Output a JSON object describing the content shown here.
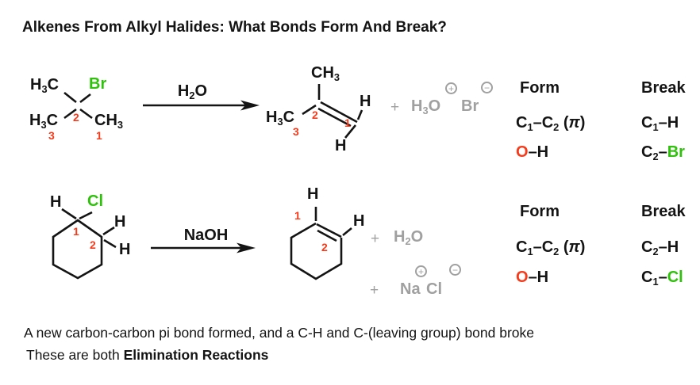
{
  "title": "Alkenes From Alkyl Halides: What Bonds Form And Break?",
  "colors": {
    "ink": "#141414",
    "red": "#f43b1c",
    "green": "#2fc10c",
    "gray": "#a0a0a0"
  },
  "reaction1": {
    "substrate": {
      "ch3_top_left": "H3C",
      "br": "Br",
      "ch3_bottom_left": "H3C",
      "ch3_bottom_right": "CH3",
      "num_c2": "2",
      "num_c3": "3",
      "num_c1": "1"
    },
    "reagent": "H2O",
    "product": {
      "ch3_top": "CH3",
      "ch3_left": "H3C",
      "h_right": "H",
      "h_bottom": "H",
      "num_c2": "2",
      "num_c3": "3",
      "num_c1": "1"
    },
    "byproducts": {
      "plus": "+",
      "hydronium": "H3O",
      "plus_charge": "+",
      "bromide": "Br",
      "minus_charge": "−"
    },
    "table": {
      "form_header": "Form",
      "break_header": "Break",
      "rows": [
        {
          "form": [
            {
              "t": "C1–C2 (π)"
            }
          ],
          "break": [
            {
              "t": "C1–H"
            }
          ]
        },
        {
          "form": [
            {
              "t": "O",
              "c": "red"
            },
            {
              "t": "–H"
            }
          ],
          "break": [
            {
              "t": "C2–"
            },
            {
              "t": "Br",
              "c": "green"
            }
          ]
        }
      ]
    }
  },
  "reaction2": {
    "substrate": {
      "h_top": "H",
      "cl": "Cl",
      "h_right_top": "H",
      "h_right_bottom": "H",
      "num_c1": "1",
      "num_c2": "2"
    },
    "reagent": "NaOH",
    "product": {
      "h_top": "H",
      "h_right": "H",
      "num_c1": "1",
      "num_c2": "2"
    },
    "byproducts": {
      "plus_water": "+",
      "water": "H2O",
      "plus_salt": "+",
      "sodium": "Na",
      "chloride": "Cl",
      "plus_charge": "+",
      "minus_charge": "−"
    },
    "table": {
      "form_header": "Form",
      "break_header": "Break",
      "rows": [
        {
          "form": [
            {
              "t": "C1–C2 (π)"
            }
          ],
          "break": [
            {
              "t": "C2–H"
            }
          ]
        },
        {
          "form": [
            {
              "t": "O",
              "c": "red"
            },
            {
              "t": "–H"
            }
          ],
          "break": [
            {
              "t": "C1–"
            },
            {
              "t": "Cl",
              "c": "green"
            }
          ]
        }
      ]
    }
  },
  "footer": {
    "line1": "A new carbon-carbon pi bond formed, and a C-H and C-(leaving group) bond broke",
    "line2_prefix": "These are both ",
    "line2_bold": "Elimination Reactions"
  }
}
